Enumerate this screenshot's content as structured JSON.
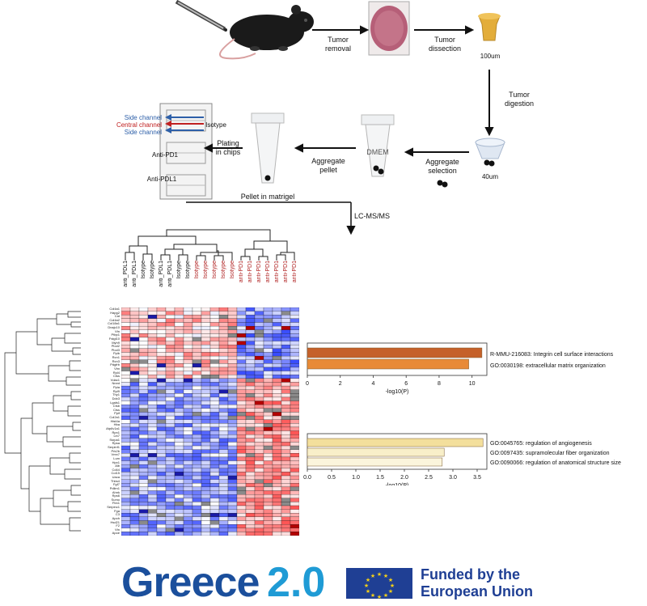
{
  "workflow": {
    "tumor_removal": "Tumor\nremoval",
    "tumor_dissection": "Tumor\ndissection",
    "size_100": "100um",
    "tumor_digestion": "Tumor\ndigestion",
    "size_40": "40um",
    "aggregate_selection": "Aggregate\nselection",
    "dmem": "DMEM",
    "aggregate_pellet": "Aggregate\npellet",
    "pellet_in_matrigel": "Pellet in matrigel",
    "plating_in_chips": "Plating\nin chips",
    "side_channel_top": "Side channel",
    "central_channel": "Central channel",
    "side_channel_bottom": "Side channel",
    "isotype": "Isotype",
    "anti_pd1": "Anti-PD1",
    "anti_pdl1": "Anti-PDL1",
    "lcms": "LC-MS/MS"
  },
  "columns": [
    {
      "label": "anti_PDL1",
      "color": "#111111"
    },
    {
      "label": "anti_PDL1",
      "color": "#111111"
    },
    {
      "label": "Isotype",
      "color": "#111111"
    },
    {
      "label": "Isotype",
      "color": "#111111"
    },
    {
      "label": "anti_PDL1",
      "color": "#111111"
    },
    {
      "label": "anti_PDL1",
      "color": "#111111"
    },
    {
      "label": "Isotype",
      "color": "#111111"
    },
    {
      "label": "Isotype",
      "color": "#111111"
    },
    {
      "label": "Isotype",
      "color": "#b02020"
    },
    {
      "label": "Isotype",
      "color": "#b02020"
    },
    {
      "label": "Isotype",
      "color": "#b02020"
    },
    {
      "label": "Isotype",
      "color": "#b02020"
    },
    {
      "label": "Isotype",
      "color": "#b02020"
    },
    {
      "label": "anti-PD1",
      "color": "#b02020"
    },
    {
      "label": "anti-PD1",
      "color": "#b02020"
    },
    {
      "label": "anti-PD1",
      "color": "#b02020"
    },
    {
      "label": "anti-PD1",
      "color": "#b02020"
    },
    {
      "label": "anti-PD1",
      "color": "#b02020"
    },
    {
      "label": "anti-PD1",
      "color": "#b02020"
    },
    {
      "label": "anti-PD1",
      "color": "#b02020"
    }
  ],
  "genes": [
    "Col4a1",
    "Hapg2",
    "Cat",
    "Col4a2",
    "Col18a1",
    "Dnajc10",
    "Vtn",
    "Ptbp1",
    "Fstgl10",
    "Myh9",
    "Plod2",
    "Plod3",
    "Ppib",
    "Rcn1",
    "Rcn3",
    "Pdgfrb",
    "Vim",
    "Rpl4",
    "Ctss",
    "Vdac1",
    "Nnmt",
    "Ppia",
    "Rpl9",
    "Thy1",
    "Ddx3",
    "Lgals1",
    "Ctsb",
    "Ctss",
    "Ppif",
    "Col2a1",
    "Hist4a",
    "Hba",
    "Atp6v1a1",
    "Rpn1",
    "Lin7",
    "Ssrpa1",
    "Rpsa",
    "Serpinf1",
    "Prk2b",
    "Vmn7",
    "Lum",
    "Hpx1",
    "Alb",
    "Cd44",
    "Col15",
    "Uaca",
    "Thbs4",
    "Fgf7",
    "Pdlim1",
    "Ahnk",
    "Rps6",
    "Sumo",
    "Fbn1",
    "Serpinc1",
    "Fga",
    "C3",
    "Apoh",
    "Hsd21",
    "F2",
    "Vtn",
    "Apoe"
  ],
  "bar_charts": [
    {
      "type": "bar",
      "xlabel": "-log10(P)",
      "xlim": [
        0,
        10
      ],
      "ticks": [
        "0",
        "2",
        "4",
        "6",
        "8",
        "10"
      ],
      "series": [
        {
          "name": "R-MMU-216083: Integrin cell surface interactions",
          "value": 10.6,
          "color": "#c5612a"
        },
        {
          "name": "GO:0030198: extracellular matrix organization",
          "value": 9.8,
          "color": "#e88a37"
        }
      ]
    },
    {
      "type": "bar",
      "xlabel": "-log10(P)",
      "xlim": [
        0,
        3.5
      ],
      "ticks": [
        "0.0",
        "0.5",
        "1.0",
        "1.5",
        "2.0",
        "2.5",
        "3.0",
        "3.5"
      ],
      "series": [
        {
          "name": "GO:0045765: regulation of angiogenesis",
          "value": 3.62,
          "color": "#f3df9c"
        },
        {
          "name": "GO:0097435: supramolecular fiber organization",
          "value": 2.82,
          "color": "#f8efc9"
        },
        {
          "name": "GO:0090066: regulation of anatomical structure size",
          "value": 2.78,
          "color": "#fbf5dc"
        }
      ]
    }
  ],
  "footer": {
    "greece_word": "Greece",
    "greece_num": "2.0",
    "eu_line1": "Funded by the",
    "eu_line2": "European Union"
  }
}
